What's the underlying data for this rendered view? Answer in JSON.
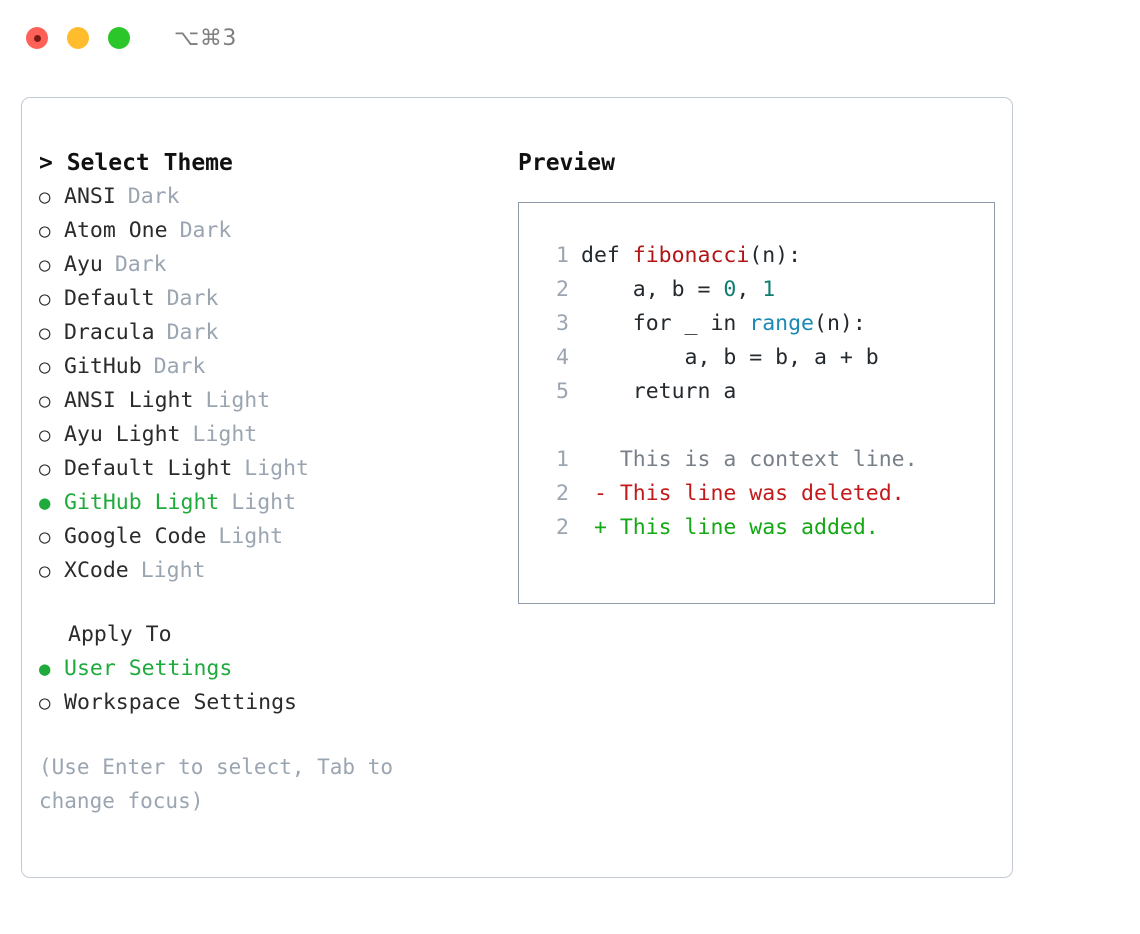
{
  "titlebar": {
    "shortcut": "⌥⌘3",
    "lights": [
      "close",
      "minimize",
      "maximize"
    ]
  },
  "left": {
    "header": "> Select Theme",
    "themes": [
      {
        "bullet": "○",
        "label": "ANSI",
        "badge": "Dark",
        "selected": false
      },
      {
        "bullet": "○",
        "label": "Atom One",
        "badge": "Dark",
        "selected": false
      },
      {
        "bullet": "○",
        "label": "Ayu",
        "badge": "Dark",
        "selected": false
      },
      {
        "bullet": "○",
        "label": "Default",
        "badge": "Dark",
        "selected": false
      },
      {
        "bullet": "○",
        "label": "Dracula",
        "badge": "Dark",
        "selected": false
      },
      {
        "bullet": "○",
        "label": "GitHub",
        "badge": "Dark",
        "selected": false
      },
      {
        "bullet": "○",
        "label": "ANSI Light",
        "badge": "Light",
        "selected": false
      },
      {
        "bullet": "○",
        "label": "Ayu Light",
        "badge": "Light",
        "selected": false
      },
      {
        "bullet": "○",
        "label": "Default Light",
        "badge": "Light",
        "selected": false
      },
      {
        "bullet": "●",
        "label": "GitHub Light",
        "badge": "Light",
        "selected": true
      },
      {
        "bullet": "○",
        "label": "Google Code",
        "badge": "Light",
        "selected": false
      },
      {
        "bullet": "○",
        "label": "XCode",
        "badge": "Light",
        "selected": false
      }
    ],
    "apply_to": {
      "title": "Apply To",
      "options": [
        {
          "bullet": "●",
          "label": "User Settings",
          "selected": true
        },
        {
          "bullet": "○",
          "label": "Workspace Settings",
          "selected": false
        }
      ]
    },
    "hint": "(Use Enter to select, Tab to change focus)"
  },
  "preview": {
    "title": "Preview",
    "code_lines": [
      {
        "no": "1",
        "tokens": [
          {
            "t": "def ",
            "c": "plain"
          },
          {
            "t": "fibonacci",
            "c": "fn"
          },
          {
            "t": "(n):",
            "c": "plain"
          }
        ]
      },
      {
        "no": "2",
        "tokens": [
          {
            "t": "    a, b = ",
            "c": "plain"
          },
          {
            "t": "0",
            "c": "num"
          },
          {
            "t": ", ",
            "c": "plain"
          },
          {
            "t": "1",
            "c": "num"
          }
        ]
      },
      {
        "no": "3",
        "tokens": [
          {
            "t": "    for _ in ",
            "c": "plain"
          },
          {
            "t": "range",
            "c": "builtin"
          },
          {
            "t": "(n):",
            "c": "plain"
          }
        ]
      },
      {
        "no": "4",
        "tokens": [
          {
            "t": "        a, b = b, a + b",
            "c": "plain"
          }
        ]
      },
      {
        "no": "5",
        "tokens": [
          {
            "t": "    return a",
            "c": "plain"
          }
        ]
      }
    ],
    "diff_lines": [
      {
        "no": "1",
        "marker": "  ",
        "text": "This is a context line.",
        "kind": "context"
      },
      {
        "no": "2",
        "marker": "- ",
        "text": "This line was deleted.",
        "kind": "del"
      },
      {
        "no": "2",
        "marker": "+ ",
        "text": "This line was added.",
        "kind": "add"
      }
    ]
  },
  "colors": {
    "accent_green": "#1faa3c",
    "muted": "#9aa5b1",
    "code_fn_red": "#b31515",
    "code_num_teal": "#0f7d72",
    "code_builtin_blue": "#1a8ab5",
    "diff_del_red": "#c21a1a",
    "diff_add_green": "#14a814",
    "border": "#c3cad3",
    "panel_border": "#8f9bab"
  }
}
